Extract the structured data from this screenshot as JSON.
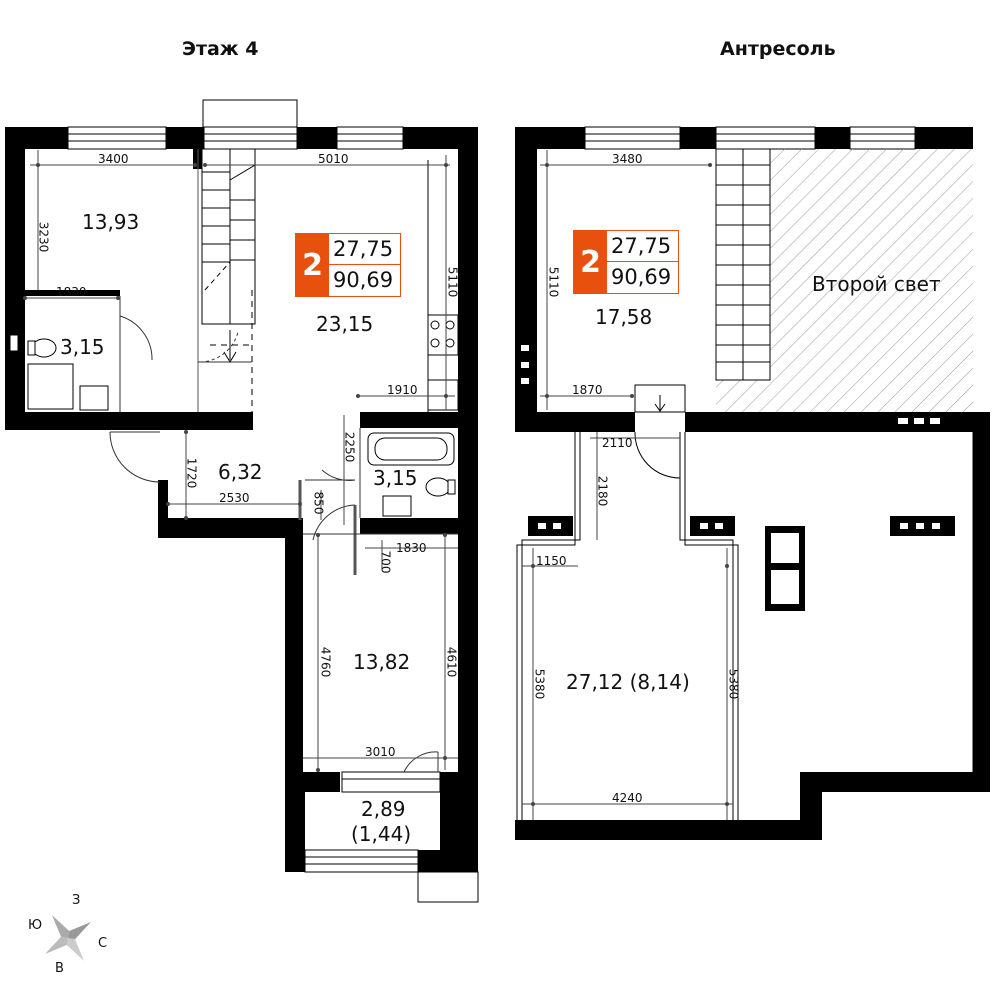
{
  "titles": {
    "floor4": "Этаж 4",
    "mezzanine": "Антресоль"
  },
  "colors": {
    "wall": "#000000",
    "accent": "#e8500e",
    "dim_line": "#444444",
    "hatch": "#9a9a9a"
  },
  "badge": {
    "rooms": "2",
    "living_area": "27,75",
    "total_area": "90,69"
  },
  "floor4": {
    "rooms": [
      {
        "id": "room-1",
        "area": "13,93"
      },
      {
        "id": "bathroom-1",
        "area": "3,15"
      },
      {
        "id": "living-room",
        "area": "23,15"
      },
      {
        "id": "hallway",
        "area": "6,32"
      },
      {
        "id": "bathroom-2",
        "area": "3,15"
      },
      {
        "id": "room-2",
        "area": "13,82"
      },
      {
        "id": "balcony",
        "area": "2,89",
        "area_reduced": "(1,44)"
      }
    ],
    "dimensions": [
      "3400",
      "5010",
      "3230",
      "1830",
      "5110",
      "1910",
      "2250",
      "1720",
      "2530",
      "850",
      "1830",
      "700",
      "4760",
      "4610",
      "3010"
    ]
  },
  "mezzanine": {
    "rooms": [
      {
        "id": "mezz-room",
        "area": "17,58"
      },
      {
        "id": "double-height",
        "label": "Второй свет"
      },
      {
        "id": "mezz-lower",
        "area": "27,12 (8,14)"
      }
    ],
    "dimensions": [
      "3480",
      "5110",
      "1870",
      "2110",
      "2180",
      "1150",
      "5380",
      "5380",
      "4240"
    ]
  },
  "compass": {
    "north": "З",
    "west": "Ю",
    "east": "С",
    "south": "В"
  }
}
